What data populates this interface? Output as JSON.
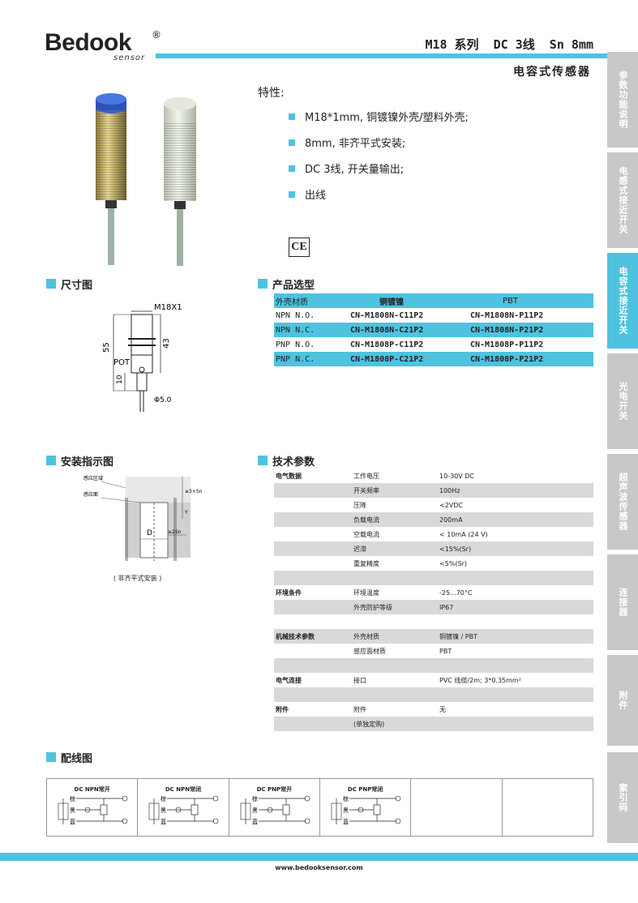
{
  "header": {
    "logo": "Bedook",
    "logo_reg": "®",
    "logo_sub": "sensor",
    "title": "M18 系列  DC 3线  Sn 8mm",
    "subtitle": "电容式传感器",
    "accent_color": "#4dc3e0"
  },
  "side_tabs": [
    "参数功能说明",
    "电感式接近开关",
    "电容式接近开关",
    "光电开关",
    "超声波传感器",
    "连接器",
    "附件",
    "索引码"
  ],
  "features": {
    "title": "特性:",
    "items": [
      "M18*1mm, 铜镀镍外壳/塑料外壳;",
      "8mm, 非齐平式安装;",
      "DC 3线, 开关量输出;",
      "出线"
    ],
    "cert": "CE"
  },
  "sections": {
    "dimensions": "尺寸图",
    "selection": "产品选型",
    "install": "安装指示图",
    "tech": "技术参数",
    "wiring": "配线图"
  },
  "dimension_drawing": {
    "thread": "M18X1",
    "total_length": "55",
    "body_length": "43",
    "pot": "POT",
    "cap": "10",
    "cable": "Φ5.0"
  },
  "install_drawing": {
    "label_zone": "感应区域",
    "label_face": "感应面",
    "dim_3sn": "≥3×Sn",
    "dim_y": "Y",
    "dim_d": "D",
    "dim_2sn": "≥2Sn",
    "caption": "( 非齐平式安装 )"
  },
  "selection": {
    "headers": [
      "外壳材质",
      "铜镀镍",
      "PBT"
    ],
    "rows": [
      [
        "NPN N.O.",
        "CN-M1808N-C11P2",
        "CN-M1808N-P11P2"
      ],
      [
        "NPN N.C.",
        "CN-M1808N-C21P2",
        "CN-M1808N-P21P2"
      ],
      [
        "PNP N.O.",
        "CN-M1808P-C11P2",
        "CN-M1808P-P11P2"
      ],
      [
        "PNP N.C.",
        "CN-M1808P-C21P2",
        "CN-M1808P-P21P2"
      ]
    ]
  },
  "tech": {
    "rows": [
      [
        "电气数据",
        "工作电压",
        "10-30V DC"
      ],
      [
        "",
        "开关频率",
        "100Hz"
      ],
      [
        "",
        "压降",
        "<2VDC"
      ],
      [
        "",
        "负载电流",
        "200mA"
      ],
      [
        "",
        "空载电流",
        "< 10mA (24 V)"
      ],
      [
        "",
        "迟滞",
        "<15%(Sr)"
      ],
      [
        "",
        "重复精度",
        "<5%(Sr)"
      ],
      [
        "",
        "",
        ""
      ],
      [
        "环境条件",
        "环境温度",
        "-25...70°C"
      ],
      [
        "",
        "外壳防护等级",
        "IP67"
      ],
      [
        "",
        "",
        ""
      ],
      [
        "机械技术参数",
        "外壳材质",
        "铜镀镍 / PBT"
      ],
      [
        "",
        "感应面材质",
        "PBT"
      ],
      [
        "",
        "",
        ""
      ],
      [
        "电气连接",
        "接口",
        "PVC 线缆/2m; 3*0.35mm²"
      ],
      [
        "",
        "",
        ""
      ],
      [
        "附件",
        "附件",
        "无"
      ],
      [
        "",
        "(单独定购)",
        ""
      ]
    ]
  },
  "wiring": {
    "cells": [
      {
        "title": "DC NPN常开",
        "brown": "棕",
        "black": "黑",
        "blue": "蓝"
      },
      {
        "title": "DC NPN常闭",
        "brown": "棕",
        "black": "黑",
        "blue": "蓝"
      },
      {
        "title": "DC PNP常开",
        "brown": "棕",
        "black": "黑",
        "blue": "蓝"
      },
      {
        "title": "DC PNP常闭",
        "brown": "棕",
        "black": "黑",
        "blue": "蓝"
      },
      {
        "title": ""
      },
      {
        "title": ""
      }
    ]
  },
  "footer": {
    "url": "www.bedooksensor.com"
  }
}
